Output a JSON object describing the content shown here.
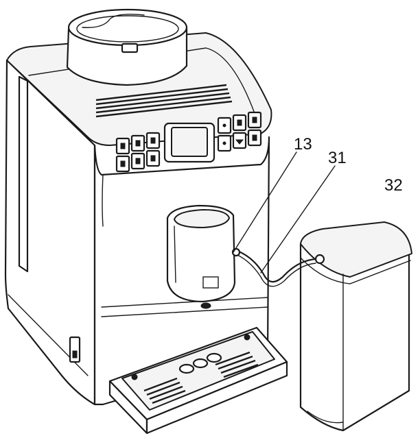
{
  "labels": {
    "milk_pipe_connector": "13",
    "milk_hose": "31",
    "milk_container": "32"
  }
}
